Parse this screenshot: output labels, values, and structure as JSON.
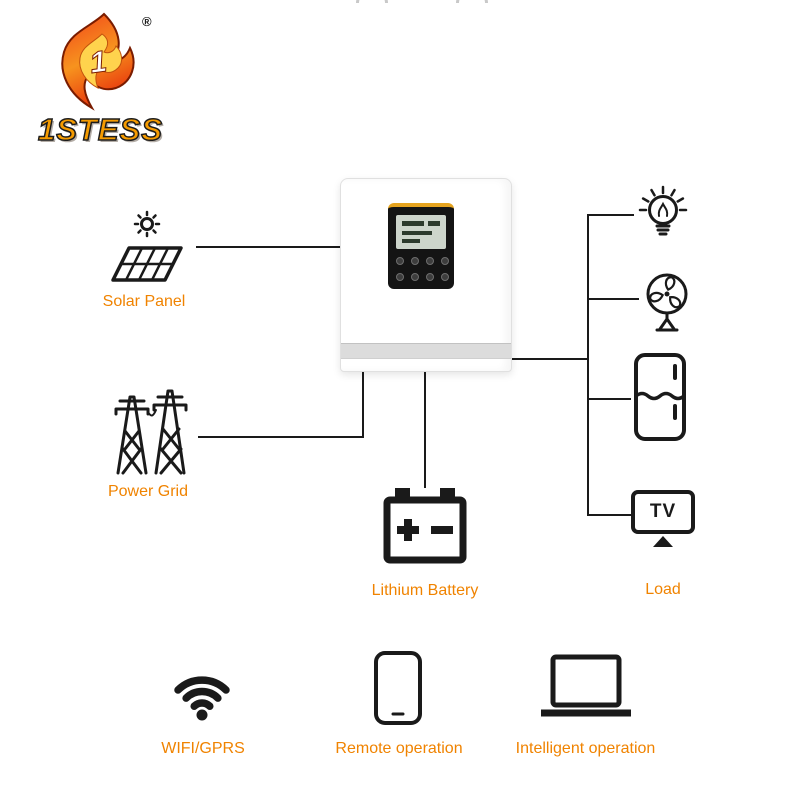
{
  "brand": {
    "name": "1STESS",
    "numeral": "1",
    "registered": "®"
  },
  "colors": {
    "label_orange": "#F08300",
    "line_black": "#1A1A1A",
    "panel_yellow": "#E6A41F",
    "flame_red": "#E8380D",
    "flame_orange": "#F7931E",
    "flame_yellow": "#FFD34D"
  },
  "sources": [
    {
      "label": "Solar Panel",
      "icon": "solar-panel-icon"
    },
    {
      "label": "Power Grid",
      "icon": "power-grid-icon"
    }
  ],
  "battery": {
    "label": "Lithium Battery",
    "icon": "lithium-battery-icon"
  },
  "load": {
    "label": "Load",
    "tv_text": "TV",
    "icons": [
      "light-bulb-icon",
      "fan-icon",
      "refrigerator-icon",
      "tv-icon"
    ]
  },
  "features": [
    {
      "label": "WIFI/GPRS",
      "icon": "wifi-icon"
    },
    {
      "label": "Remote operation",
      "icon": "smartphone-icon"
    },
    {
      "label": "Intelligent operation",
      "icon": "laptop-icon"
    }
  ]
}
